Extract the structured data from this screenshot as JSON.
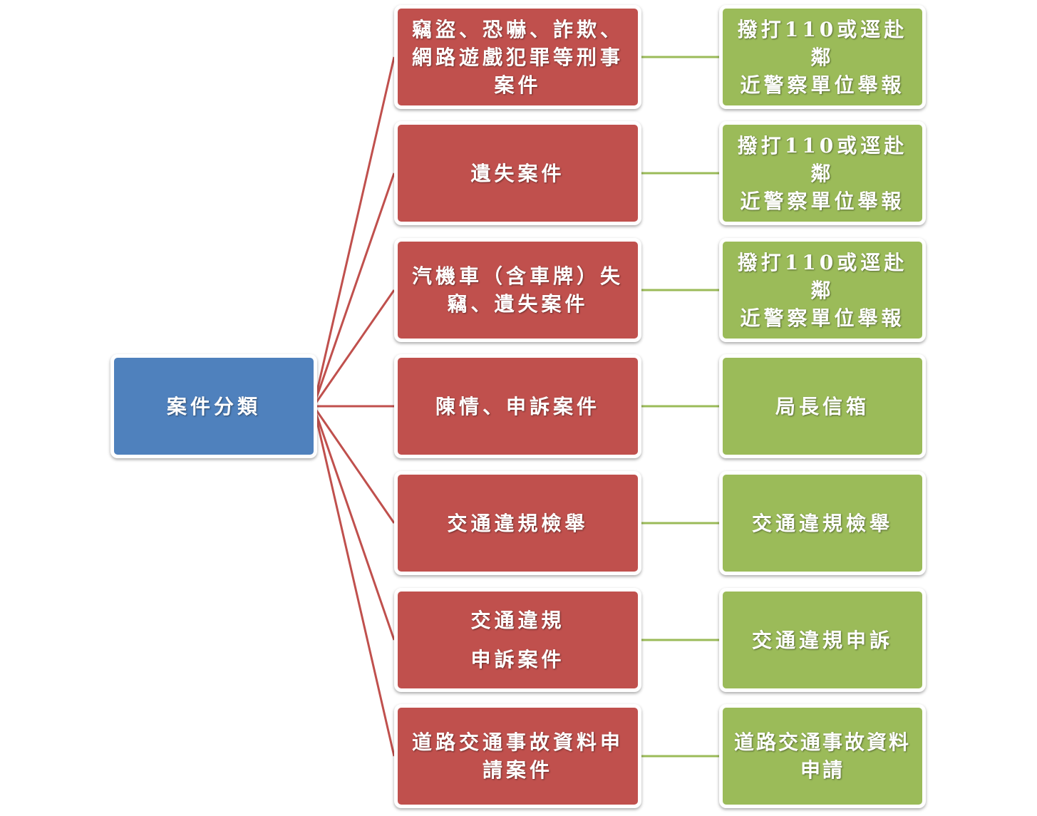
{
  "colors": {
    "root": "#4f81bd",
    "category": "#c0504d",
    "action": "#9bbb59"
  },
  "root": {
    "label": "案件分類"
  },
  "rows": [
    {
      "category": "竊盜、恐嚇、詐欺、\n網路遊戲犯罪等刑事\n案件",
      "action": "撥打110或逕赴鄰\n近警察單位舉報"
    },
    {
      "category": "遺失案件",
      "action": "撥打110或逕赴鄰\n近警察單位舉報"
    },
    {
      "category": "汽機車（含車牌）失\n竊、遺失案件",
      "action": "撥打110或逕赴鄰\n近警察單位舉報"
    },
    {
      "category": "陳情、申訴案件",
      "action": "局長信箱"
    },
    {
      "category": "交通違規檢舉",
      "action": "交通違規檢舉"
    },
    {
      "category": "交通違規\n申訴案件",
      "action": "交通違規申訴"
    },
    {
      "category": "道路交通事故資料申\n請案件",
      "action": "道路交通事故資料\n申請"
    }
  ]
}
